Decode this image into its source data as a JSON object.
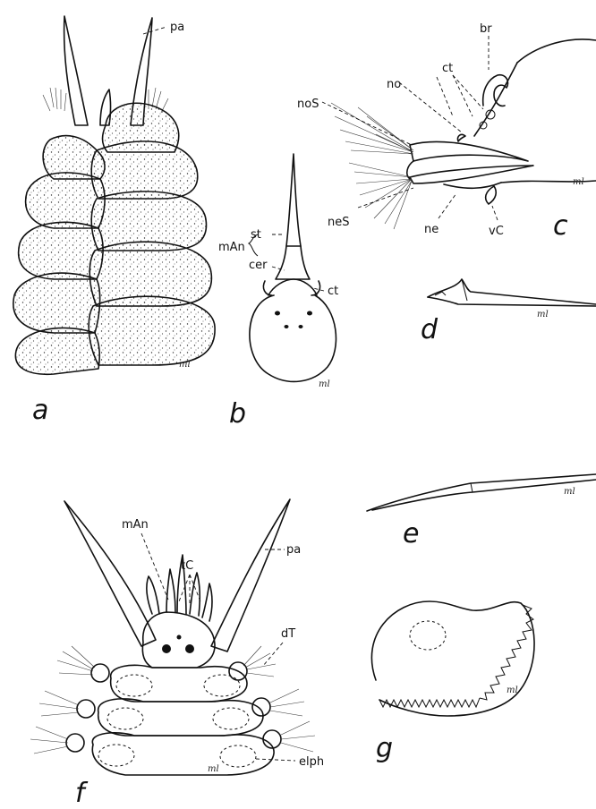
{
  "panels": {
    "a": "a",
    "b": "b",
    "c": "c",
    "d": "d",
    "e": "e",
    "f": "f",
    "g": "g"
  },
  "labels": {
    "a_pa": "pa",
    "b_st": "st",
    "b_mAn": "mAn",
    "b_cer": "cer",
    "b_ct": "ct",
    "c_br": "br",
    "c_ct": "ct",
    "c_no": "no",
    "c_noS": "noS",
    "c_neS": "neS",
    "c_ne": "ne",
    "c_vC": "vC",
    "f_mAn": "mAn",
    "f_tC": "tC",
    "f_pa": "pa",
    "f_dT": "dT",
    "f_elph": "elph"
  },
  "signature": "ml"
}
